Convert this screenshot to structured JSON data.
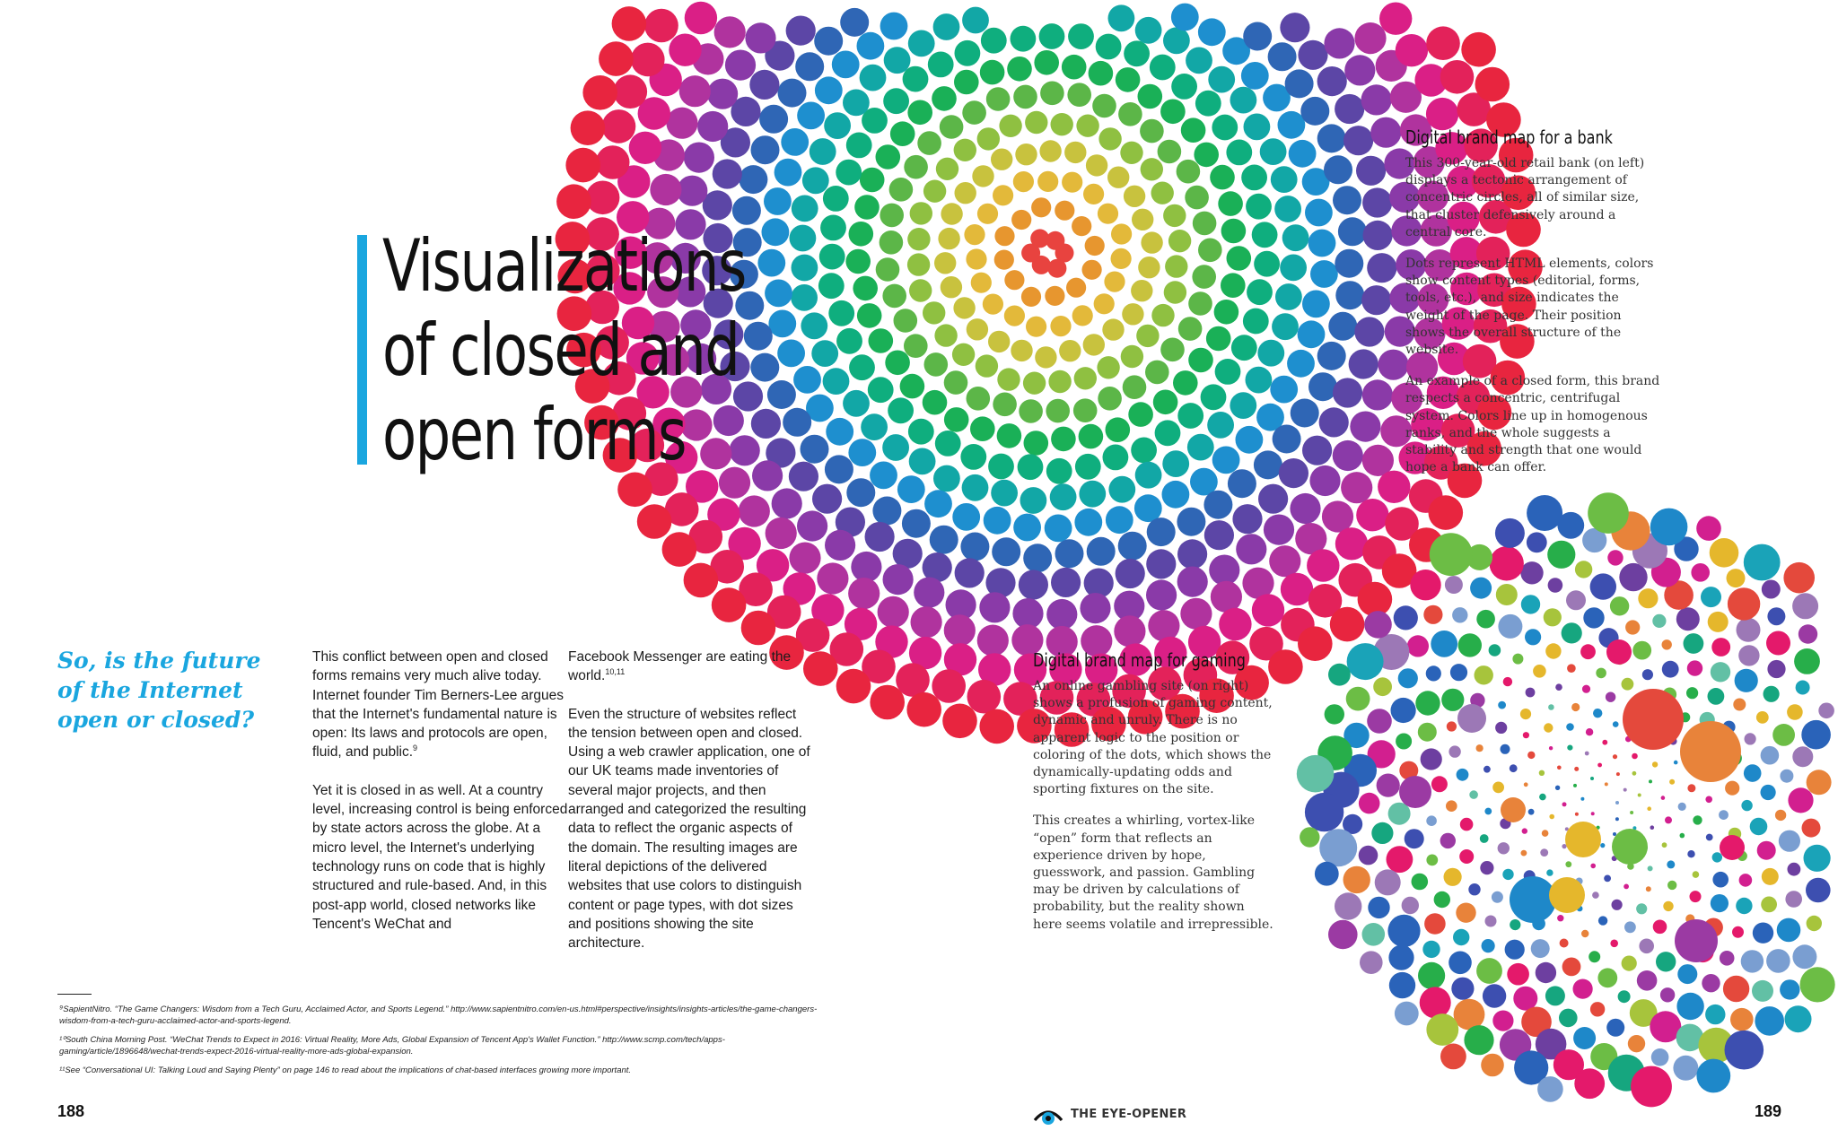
{
  "colors": {
    "accent": "#1aa6df",
    "text": "#1c1c1c"
  },
  "article": {
    "title_lines": [
      "Visualizations",
      "of closed and",
      "open forms"
    ],
    "question": "So, is the future of the Internet open or closed?",
    "col1": {
      "p1": "This conflict between open and closed forms remains very much alive today. Internet founder Tim Berners-Lee argues that the Internet's fundamental nature is open: Its laws and protocols are open, fluid, and public.",
      "p1_sup": "9",
      "p2": "Yet it is closed in as well. At a country level, increasing control is being enforced by state actors across the globe. At a micro level, the Internet's underlying technology runs on code that is highly structured and rule-based. And, in this post-app world, closed networks like Tencent's WeChat and"
    },
    "col2": {
      "p1": "Facebook Messenger are eating the world.",
      "p1_sup": "10,11",
      "p2": "Even the structure of websites reflect the tension between open and closed. Using a web crawler application, one of our UK teams made inventories of several major projects, and then arranged and categorized the resulting data to reflect the organic aspects of the domain. The resulting images are literal depictions of the delivered websites that use colors to distinguish content or page types, with dot sizes and positions showing the site architecture."
    }
  },
  "captions": {
    "bank": {
      "title": "Digital brand map for a bank",
      "p1": "This 300-year-old retail bank (on left) displays a tectonic arrangement of concentric circles, all of similar size, that cluster defensively around a central core.",
      "p2": "Dots represent HTML elements, colors show content types (editorial, forms, tools, etc.), and size indicates the weight of the page. Their position shows the overall structure of the website.",
      "p3": "An example of a closed form, this brand respects a concentric, centrifugal system. Colors line up in homogenous ranks, and the whole suggests a stability and strength that one would hope a bank can offer."
    },
    "gaming": {
      "title": "Digital brand map for gaming",
      "p1": "An online gambling site (on right) shows a profusion of gaming content, dynamic and unruly. There is no apparent logic to the position or coloring of the dots, which shows the dynamically-updating odds and sporting fixtures on the site.",
      "p2": "This creates a whirling, vortex-like “open” form that reflects an experience driven by hope, guesswork, and passion. Gambling may be driven by calculations of probability, but the reality shown here seems volatile and irrepressible."
    }
  },
  "footnotes": [
    "⁹SapientNitro. “The Game Changers: Wisdom from a Tech Guru, Acclaimed Actor, and Sports Legend.” http://www.sapientnitro.com/en-us.html#perspective/insights/insights-articles/the-game-changers-wisdom-from-a-tech-guru-acclaimed-actor-and-sports-legend.",
    "¹⁰South China Morning Post. “WeChat Trends to Expect in 2016: Virtual Reality, More Ads, Global Expansion of Tencent App's Wallet Function.” http://www.scmp.com/tech/apps-gaming/article/1896648/wechat-trends-expect-2016-virtual-reality-more-ads-global-expansion.",
    "¹¹See “Conversational UI: Talking Loud and Saying Plenty” on page 146 to read about the implications of chat-based interfaces growing more important."
  ],
  "footer": {
    "page_left": "188",
    "page_right": "189",
    "brand": "THE EYE-OPENER"
  },
  "visuals": {
    "bank_map": {
      "ring_colors": [
        "#e8433f",
        "#e7962f",
        "#e3b93a",
        "#c8c23e",
        "#8fc041",
        "#5cb648",
        "#1ab057",
        "#0fae7e",
        "#12a7a6",
        "#1e8fcf",
        "#2f66b5",
        "#5c46a6",
        "#8a3aa8",
        "#b0339e",
        "#da1f86",
        "#e3225a",
        "#e8253f"
      ]
    },
    "gaming_map": {
      "palette": [
        "#e4196b",
        "#d21f8f",
        "#9b3aa3",
        "#6d3fa0",
        "#3d4fb0",
        "#2a63b9",
        "#1e88c9",
        "#1aa3b8",
        "#16a67f",
        "#27ae4a",
        "#6cbd45",
        "#a7c43c",
        "#e5b72c",
        "#e8833a",
        "#e4493c",
        "#9c78b6",
        "#7a9ed1",
        "#62c0a5"
      ]
    }
  }
}
